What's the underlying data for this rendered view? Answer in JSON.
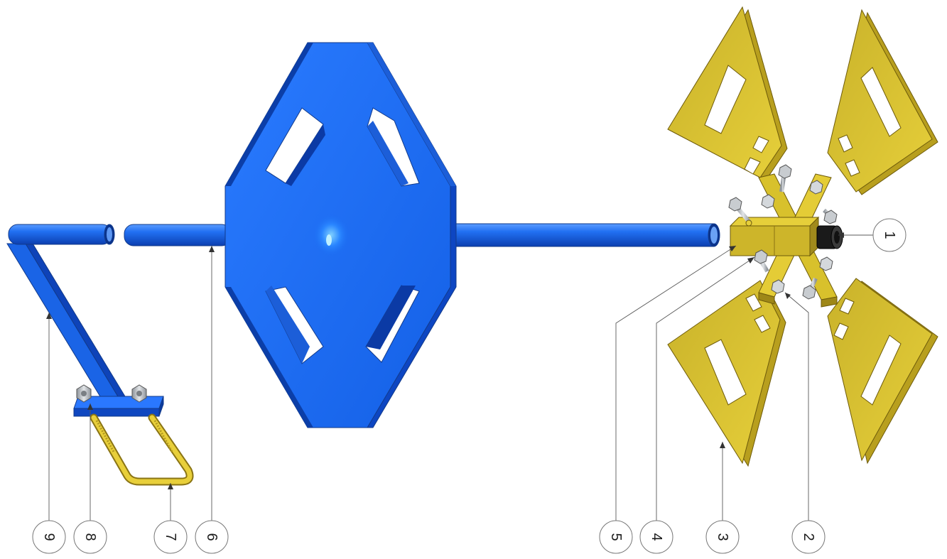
{
  "diagram": {
    "colors": {
      "blue_part": "#1f6ef0",
      "yellow_part": "#d9c22e",
      "hardware": "#bfc4c8",
      "background": "#ffffff"
    },
    "callouts": [
      {
        "id": "c1",
        "label": "1"
      },
      {
        "id": "c2",
        "label": "2"
      },
      {
        "id": "c3",
        "label": "3"
      },
      {
        "id": "c4",
        "label": "4"
      },
      {
        "id": "c5",
        "label": "5"
      },
      {
        "id": "c6",
        "label": "6"
      },
      {
        "id": "c7",
        "label": "7"
      },
      {
        "id": "c8",
        "label": "8"
      },
      {
        "id": "c9",
        "label": "9"
      }
    ]
  }
}
